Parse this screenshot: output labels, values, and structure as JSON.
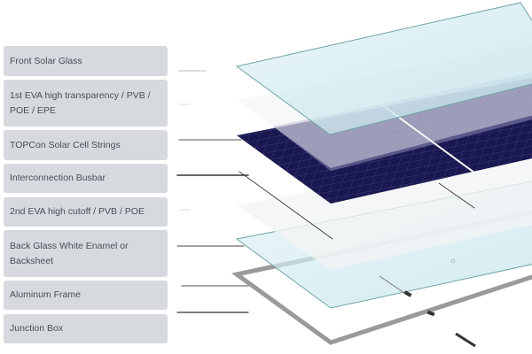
{
  "layers": [
    {
      "label": "Front Solar Glass"
    },
    {
      "label": "1st EVA high transparency / PVB / POE / EPE"
    },
    {
      "label": "TOPCon Solar Cell Strings"
    },
    {
      "label": "Interconnection Busbar"
    },
    {
      "label": "2nd EVA high cutoff / PVB / POE"
    },
    {
      "label": "Back Glass White Enamel or Backsheet"
    },
    {
      "label": "Aluminum Frame"
    },
    {
      "label": "Junction Box"
    }
  ],
  "colors": {
    "label_bg": "#d6d9de",
    "glass": "#cfe9ef",
    "glass_edge": "#6fa3a6",
    "cells": "#1a1850",
    "frame": "#9a9a9a"
  }
}
